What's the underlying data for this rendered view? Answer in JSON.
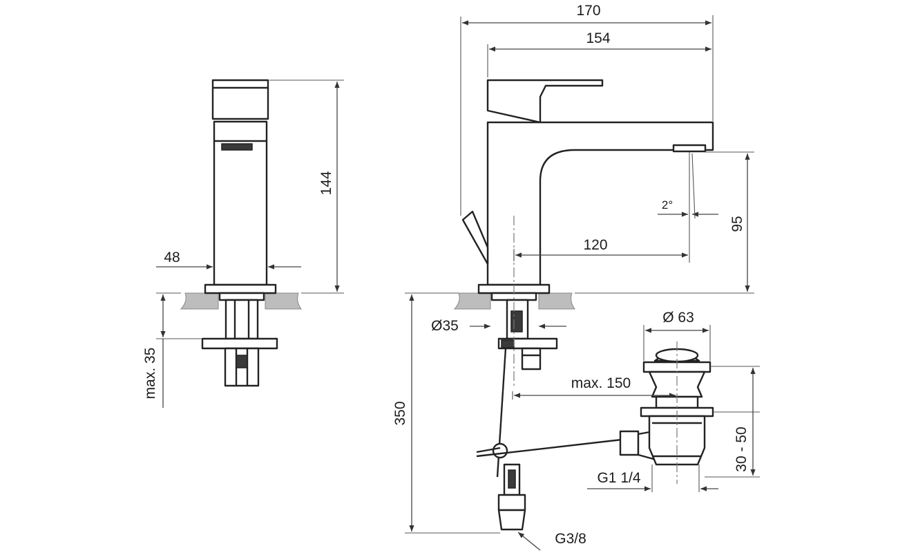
{
  "dimensions": {
    "overall_length": "170",
    "spout_length": "154",
    "body_height": "144",
    "body_width": "48",
    "max_counter_thickness": "max. 35",
    "spout_height": "95",
    "reach": "120",
    "spout_angle": "2°",
    "hole_diameter": "Ø35",
    "waste_diameter": "Ø 63",
    "max_rod_distance": "max. 150",
    "supply_length": "350",
    "waste_depth": "30 - 50",
    "waste_thread": "G1 1/4",
    "supply_thread": "G3/8"
  }
}
